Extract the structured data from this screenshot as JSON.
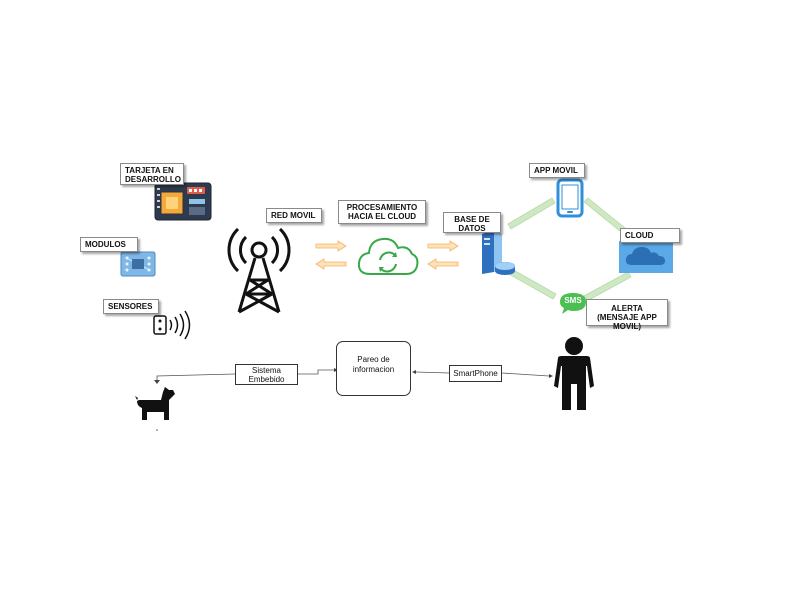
{
  "colors": {
    "arrow_fill": "#fde3b8",
    "arrow_stroke": "#f5b066",
    "green_connector": "#cfe8c4",
    "green_connector_stroke": "#b6d8a8",
    "cloud_green": "#3aa84a",
    "phone_blue": "#2f8fd8",
    "cloud_blue": "#5ba9e6",
    "sms_green": "#4bbf52"
  },
  "labels": {
    "tarjeta": "TARJETA EN DESARROLLO",
    "modulos": "MODULOS",
    "sensores": "SENSORES",
    "red_movil": "RED MOVIL",
    "procesamiento": "PROCESAMIENTO HACIA EL CLOUD",
    "base_datos": "BASE DE DATOS",
    "app_movil": "APP MOVIL",
    "cloud": "CLOUD",
    "alerta": "ALERTA (MENSAJE APP MOVIL)",
    "sistema_embebido": "Sistema Embebido",
    "pareo": "Pareo de informacion",
    "smartphone": "SmartPhone",
    "sms_badge": "SMS"
  },
  "icons": [
    "circuit-board-icon",
    "module-chip-icon",
    "sensor-icon",
    "radio-tower-icon",
    "cloud-sync-icon",
    "database-server-icon",
    "smartphone-icon",
    "cloud-icon",
    "sms-bubble-icon",
    "dog-icon",
    "person-icon"
  ]
}
